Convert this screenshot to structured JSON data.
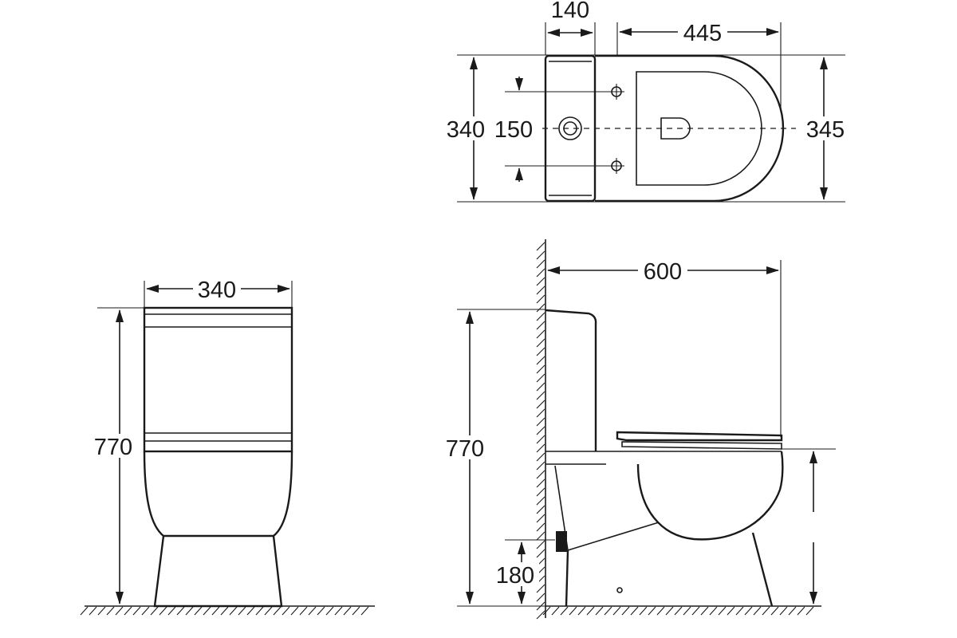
{
  "colors": {
    "line": "#1a1a1a",
    "background": "#ffffff"
  },
  "top_view": {
    "tank_depth": "140",
    "bowl_length": "445",
    "tank_width": "340",
    "hole_spacing": "150",
    "bowl_width": "345"
  },
  "front_view": {
    "width": "340",
    "height": "770"
  },
  "side_view": {
    "length": "600",
    "height": "770",
    "outlet_height": "180"
  }
}
